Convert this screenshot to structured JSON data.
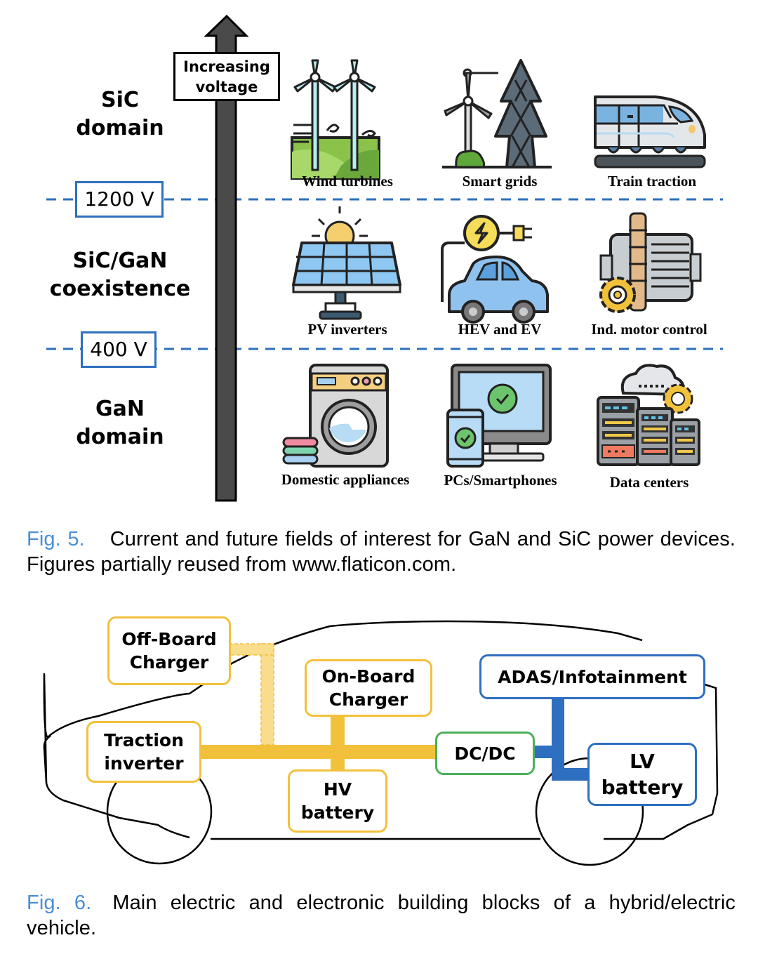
{
  "figure5": {
    "arrow_label": "Increasing voltage",
    "arrow_label_lines": [
      "Increasing",
      "voltage"
    ],
    "domains": [
      {
        "lines": [
          "SiC",
          "domain"
        ]
      },
      {
        "lines": [
          "SiC/GaN",
          "coexistence"
        ]
      },
      {
        "lines": [
          "GaN",
          "domain"
        ]
      }
    ],
    "thresholds": [
      {
        "label": "1200 V"
      },
      {
        "label": "400 V"
      }
    ],
    "applications": [
      {
        "label": "Wind turbines",
        "icon": "wind-turbines-icon"
      },
      {
        "label": "Smart grids",
        "icon": "power-grid-icon"
      },
      {
        "label": "Train traction",
        "icon": "train-icon"
      },
      {
        "label": "PV inverters",
        "icon": "solar-panel-icon"
      },
      {
        "label": "HEV and EV",
        "icon": "electric-car-icon"
      },
      {
        "label": "Ind. motor control",
        "icon": "motor-gear-icon"
      },
      {
        "label": "Domestic appliances",
        "icon": "washing-machine-icon"
      },
      {
        "label": "PCs/Smartphones",
        "icon": "computer-phone-icon"
      },
      {
        "label": "Data centers",
        "icon": "server-cloud-icon"
      }
    ],
    "caption_num": "Fig. 5.",
    "caption_text": "Current and future fields of interest for GaN and SiC power devices. Figures partially reused from www.flaticon.com."
  },
  "figure6": {
    "blocks": {
      "off_board_charger": [
        "Off-Board",
        "Charger"
      ],
      "on_board_charger": [
        "On-Board",
        "Charger"
      ],
      "adas": [
        "ADAS/Infotainment"
      ],
      "traction_inverter": [
        "Traction",
        "inverter"
      ],
      "dcdc": [
        "DC/DC"
      ],
      "lv_battery": [
        "LV",
        "battery"
      ],
      "hv_battery": [
        "HV",
        "battery"
      ]
    },
    "colors": {
      "hv_bus": "#f2c13c",
      "lv_bus": "#2e6fbf",
      "converter": "#4caf5a",
      "off_board_link": "#f9dc8c"
    },
    "caption_num": "Fig. 6.",
    "caption_text": "Main electric and electronic building blocks of a hybrid/electric vehicle."
  }
}
